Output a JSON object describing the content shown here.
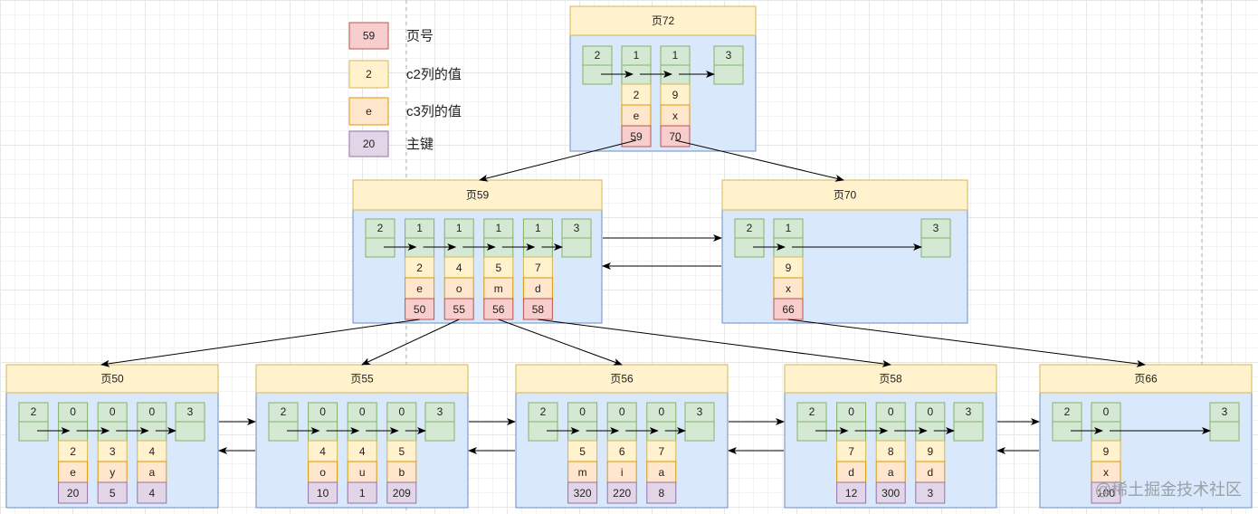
{
  "colors": {
    "header_fill": "#fff2cc",
    "header_stroke": "#d6b656",
    "body_fill": "#dae8fc",
    "body_stroke": "#6c8ebf",
    "rec_fill": "#d5e8d4",
    "rec_stroke": "#82b366",
    "c2_fill": "#fff2cc",
    "c2_stroke": "#d6b656",
    "c3_fill": "#ffe6cc",
    "c3_stroke": "#d79b00",
    "page_fill": "#f8cecc",
    "page_stroke": "#b85450",
    "pk_fill": "#e1d5e7",
    "pk_stroke": "#9673a6"
  },
  "legend": [
    {
      "sample": "59",
      "label": "页号",
      "kind": "page"
    },
    {
      "sample": "2",
      "label": "c2列的值",
      "kind": "c2"
    },
    {
      "sample": "e",
      "label": "c3列的值",
      "kind": "c3"
    },
    {
      "sample": "20",
      "label": "主键",
      "kind": "pk"
    }
  ],
  "pages": [
    {
      "id": "p72",
      "title": "页72",
      "infimum": "2",
      "supremum": "3",
      "ref": "page",
      "records": [
        {
          "n": "1",
          "c2": "2",
          "c3": "e",
          "ref": "59"
        },
        {
          "n": "1",
          "c2": "9",
          "c3": "x",
          "ref": "70"
        }
      ]
    },
    {
      "id": "p59",
      "title": "页59",
      "infimum": "2",
      "supremum": "3",
      "ref": "page",
      "records": [
        {
          "n": "1",
          "c2": "2",
          "c3": "e",
          "ref": "50"
        },
        {
          "n": "1",
          "c2": "4",
          "c3": "o",
          "ref": "55"
        },
        {
          "n": "1",
          "c2": "5",
          "c3": "m",
          "ref": "56"
        },
        {
          "n": "1",
          "c2": "7",
          "c3": "d",
          "ref": "58"
        }
      ]
    },
    {
      "id": "p70",
      "title": "页70",
      "infimum": "2",
      "supremum": "3",
      "ref": "page",
      "records": [
        {
          "n": "1",
          "c2": "9",
          "c3": "x",
          "ref": "66"
        }
      ]
    },
    {
      "id": "p50",
      "title": "页50",
      "infimum": "2",
      "supremum": "3",
      "ref": "pk",
      "records": [
        {
          "n": "0",
          "c2": "2",
          "c3": "e",
          "ref": "20"
        },
        {
          "n": "0",
          "c2": "3",
          "c3": "y",
          "ref": "5"
        },
        {
          "n": "0",
          "c2": "4",
          "c3": "a",
          "ref": "4"
        }
      ]
    },
    {
      "id": "p55",
      "title": "页55",
      "infimum": "2",
      "supremum": "3",
      "ref": "pk",
      "records": [
        {
          "n": "0",
          "c2": "4",
          "c3": "o",
          "ref": "10"
        },
        {
          "n": "0",
          "c2": "4",
          "c3": "u",
          "ref": "1"
        },
        {
          "n": "0",
          "c2": "5",
          "c3": "b",
          "ref": "209"
        }
      ]
    },
    {
      "id": "p56",
      "title": "页56",
      "infimum": "2",
      "supremum": "3",
      "ref": "pk",
      "records": [
        {
          "n": "0",
          "c2": "5",
          "c3": "m",
          "ref": "320"
        },
        {
          "n": "0",
          "c2": "6",
          "c3": "i",
          "ref": "220"
        },
        {
          "n": "0",
          "c2": "7",
          "c3": "a",
          "ref": "8"
        }
      ]
    },
    {
      "id": "p58",
      "title": "页58",
      "infimum": "2",
      "supremum": "3",
      "ref": "pk",
      "records": [
        {
          "n": "0",
          "c2": "7",
          "c3": "d",
          "ref": "12"
        },
        {
          "n": "0",
          "c2": "8",
          "c3": "a",
          "ref": "300"
        },
        {
          "n": "0",
          "c2": "9",
          "c3": "d",
          "ref": "3"
        }
      ]
    },
    {
      "id": "p66",
      "title": "页66",
      "infimum": "2",
      "supremum": "3",
      "ref": "pk",
      "records": [
        {
          "n": "0",
          "c2": "9",
          "c3": "x",
          "ref": "100"
        }
      ]
    }
  ],
  "tree_edges": [
    [
      "p72",
      0,
      "p59"
    ],
    [
      "p72",
      1,
      "p70"
    ],
    [
      "p59",
      0,
      "p50"
    ],
    [
      "p59",
      1,
      "p55"
    ],
    [
      "p59",
      2,
      "p56"
    ],
    [
      "p59",
      3,
      "p58"
    ],
    [
      "p70",
      0,
      "p66"
    ]
  ],
  "sibling_links": [
    [
      "p59",
      "p70"
    ],
    [
      "p50",
      "p55"
    ],
    [
      "p55",
      "p56"
    ],
    [
      "p56",
      "p58"
    ],
    [
      "p58",
      "p66"
    ]
  ],
  "watermark": "@稀土掘金技术社区"
}
